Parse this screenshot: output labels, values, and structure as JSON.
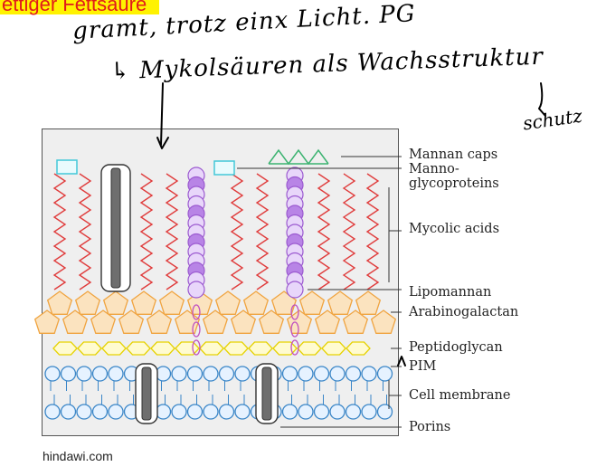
{
  "headline": "ettiger Fettsäure",
  "handwriting": {
    "line1": "gramt, trotz einx Licht. PG",
    "line2": "↳ Mykolsäuren als Wachsstruktur",
    "line3": "schutz"
  },
  "labels": {
    "mannan_caps": "Mannan caps",
    "manno_1": "Manno-",
    "manno_2": "glycoproteins",
    "mycolic_acids": "Mycolic acids",
    "lipomannan": "Lipomannan",
    "arabinogalactan": "Arabinogalactan",
    "peptidoglycan": "Peptidoglycan",
    "pim": "PIM",
    "cell_membrane": "Cell membrane",
    "porins": "Porins"
  },
  "source": "hindawi.com",
  "colors": {
    "headline_bg": "#fff200",
    "headline_text": "#e11b1b",
    "mycolic": "#e03c3c",
    "arabinogalactan": "#f0a440",
    "peptidoglycan": "#f5e000",
    "membrane": "#3a86c8",
    "lipomannan": "#c49ae8",
    "mannan_caps": "#3cb371",
    "mannoglycoprotein": "#43c8d8",
    "porin": "#6e6e6e"
  }
}
